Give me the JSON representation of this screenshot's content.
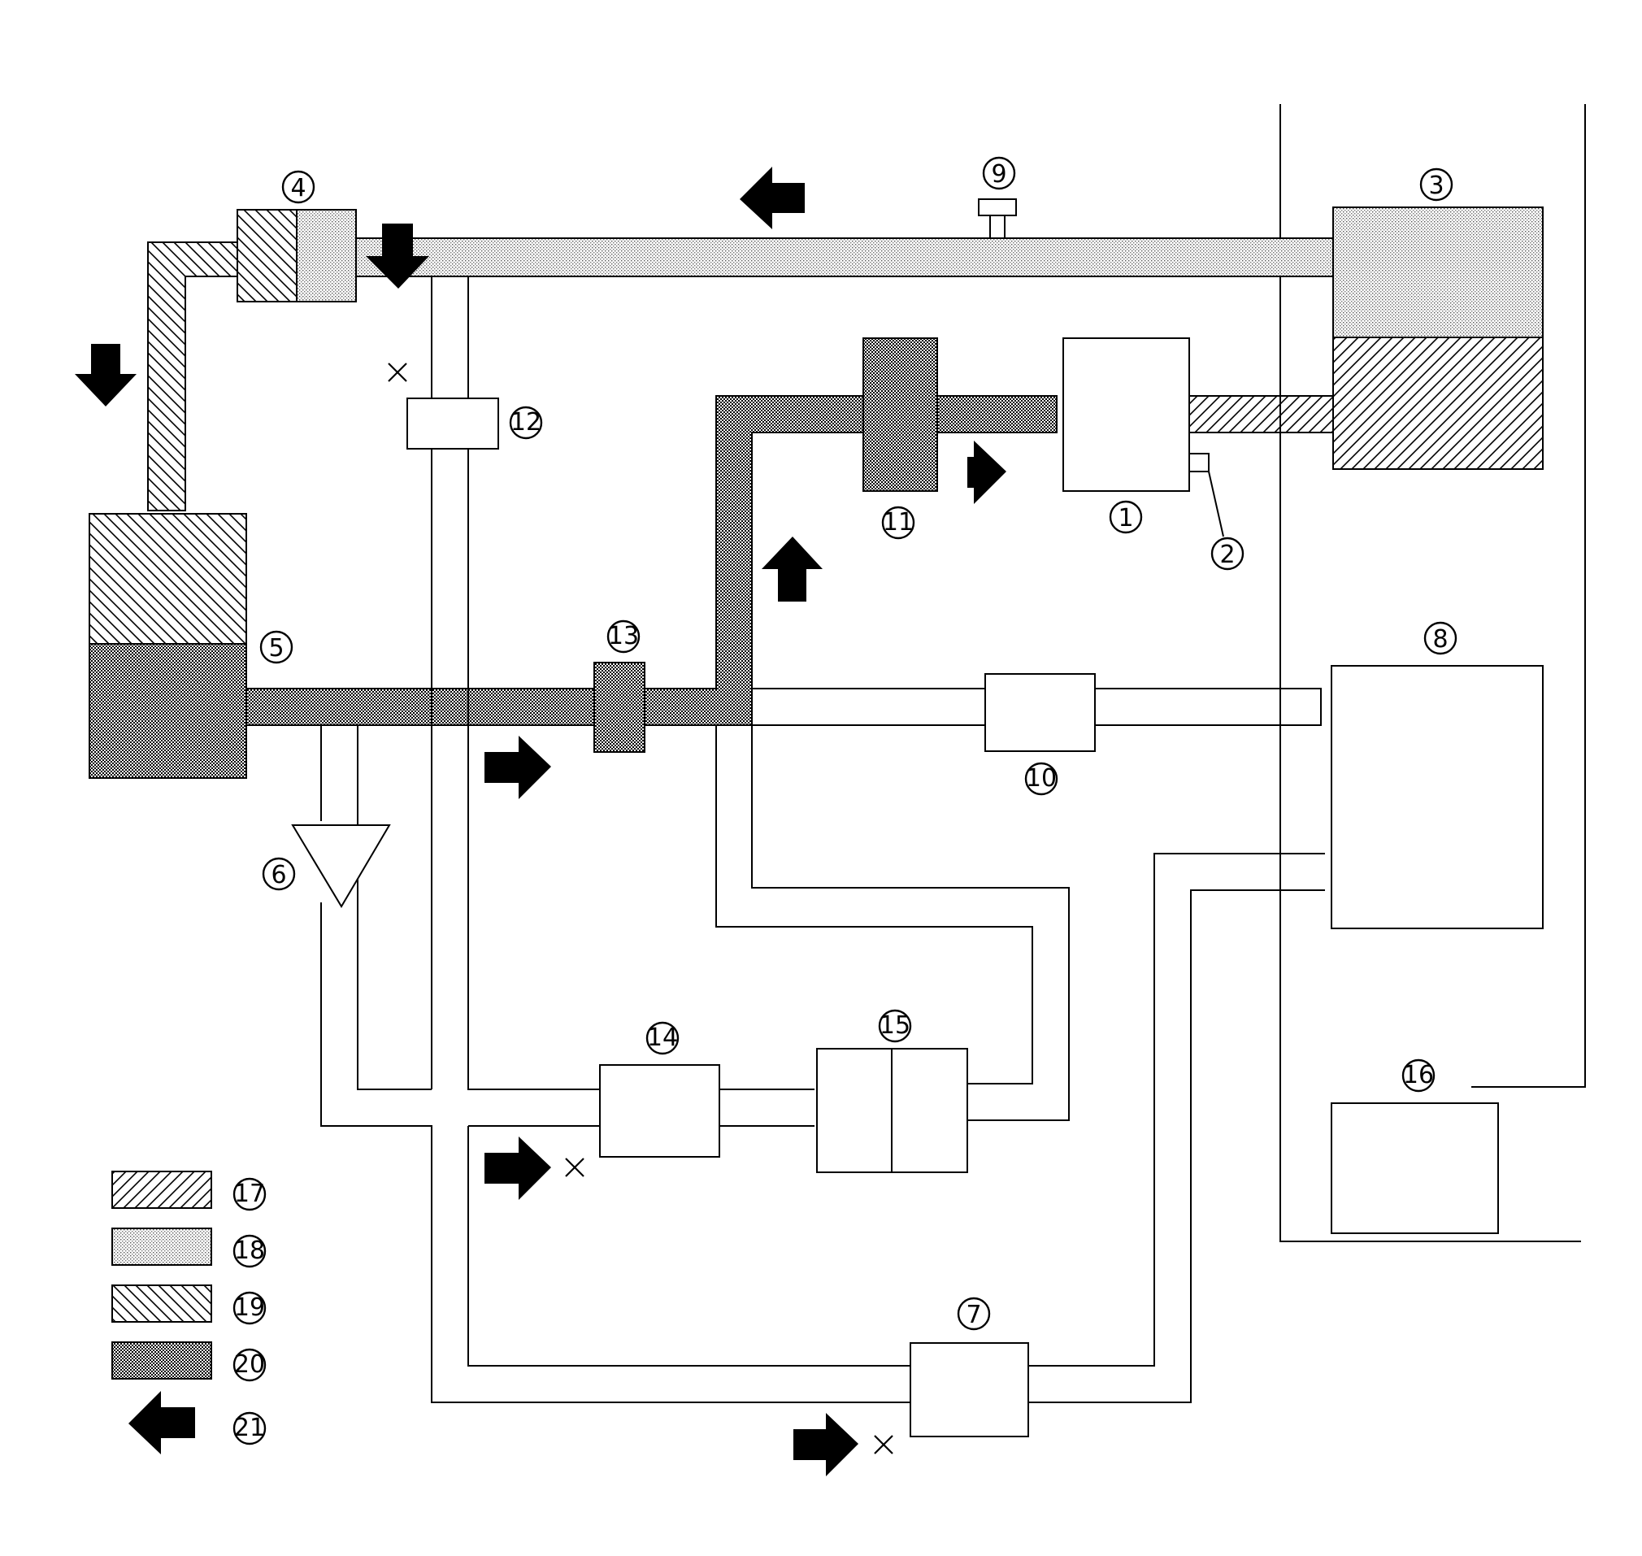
{
  "labels": {
    "n1": "1",
    "n2": "2",
    "n3": "3",
    "n4": "4",
    "n5": "5",
    "n6": "6",
    "n7": "7",
    "n8": "8",
    "n9": "9",
    "n10": "10",
    "n11": "11",
    "n12": "12",
    "n13": "13",
    "n14": "14",
    "n15": "15",
    "n16": "16",
    "n17": "17",
    "n18": "18",
    "n19": "19",
    "n20": "20",
    "n21": "21"
  },
  "colors": {
    "line": "#000000",
    "background": "#ffffff",
    "fill_light_dots": "#d6d6d6",
    "fill_dense_checker": "#3a3a3a"
  },
  "patterns": {
    "17": "diagonal-hatch-forward",
    "18": "light-dotted",
    "19": "diagonal-hatch-backward",
    "20": "dense-checker",
    "21": "flow-arrow"
  },
  "icons": {
    "blocked_marker": "x-mark-icon",
    "flow": "flow-arrow-icon"
  }
}
